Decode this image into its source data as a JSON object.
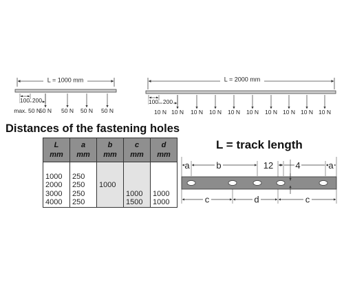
{
  "load_diagram_short": {
    "length_label": "L = 1000 mm",
    "dim_100": "100",
    "dim_200": "200",
    "loads": [
      "max. 50 N",
      "50 N",
      "50 N",
      "50 N",
      "50 N"
    ]
  },
  "load_diagram_long": {
    "length_label": "L = 2000 mm",
    "dim_100": "100",
    "dim_200": "200",
    "loads": [
      "10 N",
      "10 N",
      "10 N",
      "10 N",
      "10 N",
      "10 N",
      "10 N",
      "10 N",
      "10 N",
      "10 N"
    ]
  },
  "table": {
    "title": "Distances of the fastening holes",
    "headers": [
      {
        "symbol": "L",
        "unit": "mm"
      },
      {
        "symbol": "a",
        "unit": "mm"
      },
      {
        "symbol": "b",
        "unit": "mm"
      },
      {
        "symbol": "c",
        "unit": "mm"
      },
      {
        "symbol": "d",
        "unit": "mm"
      }
    ],
    "columns": [
      [
        "",
        "1000",
        "2000",
        "3000",
        "4000"
      ],
      [
        "",
        "250",
        "250",
        "250",
        "250"
      ],
      [
        "",
        "",
        "1000",
        "",
        ""
      ],
      [
        "",
        "",
        "",
        "1000",
        "1500"
      ],
      [
        "",
        "",
        "",
        "1000",
        "1000"
      ]
    ]
  },
  "track": {
    "title": "L = track length",
    "labels": {
      "a_left": "a",
      "b": "b",
      "dim_12": "12",
      "dim_4": "4",
      "a_right": "a",
      "c_left": "c",
      "d": "d",
      "c_right": "c"
    }
  }
}
